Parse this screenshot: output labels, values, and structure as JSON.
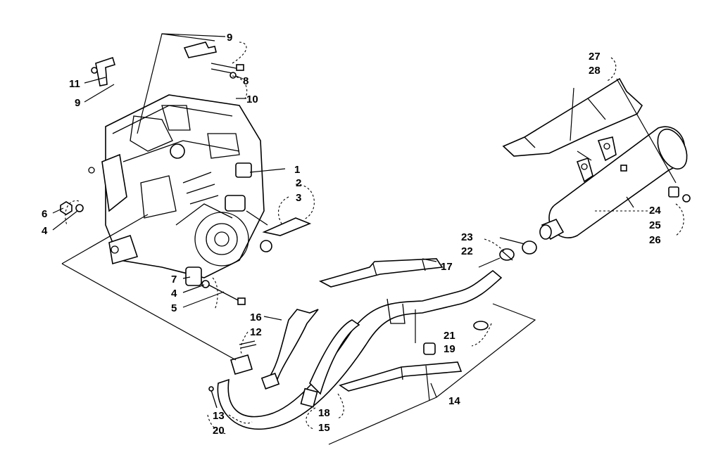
{
  "callouts": {
    "c1": "1",
    "c2": "2",
    "c3": "3",
    "c4a": "4",
    "c4b": "4",
    "c5": "5",
    "c6": "6",
    "c7": "7",
    "c8": "8",
    "c9a": "9",
    "c9b": "9",
    "c10": "10",
    "c11": "11",
    "c12": "12",
    "c13": "13",
    "c14": "14",
    "c15": "15",
    "c16": "16",
    "c17": "17",
    "c18": "18",
    "c19": "19",
    "c20": "20",
    "c21": "21",
    "c22": "22",
    "c23": "23",
    "c24": "24",
    "c25": "25",
    "c26": "26",
    "c27": "27",
    "c28": "28"
  }
}
